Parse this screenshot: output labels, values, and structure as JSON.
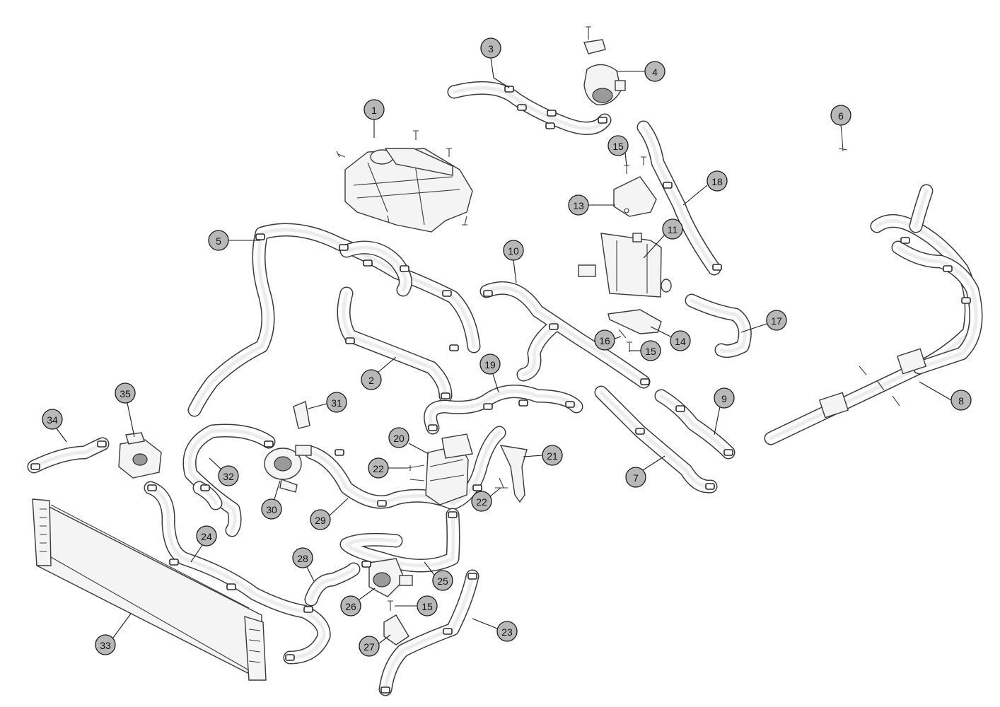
{
  "callouts": [
    {
      "num": "1",
      "name": "callout-1"
    },
    {
      "num": "2",
      "name": "callout-2"
    },
    {
      "num": "3",
      "name": "callout-3"
    },
    {
      "num": "4",
      "name": "callout-4"
    },
    {
      "num": "5",
      "name": "callout-5"
    },
    {
      "num": "6",
      "name": "callout-6"
    },
    {
      "num": "7",
      "name": "callout-7"
    },
    {
      "num": "8",
      "name": "callout-8"
    },
    {
      "num": "9",
      "name": "callout-9"
    },
    {
      "num": "10",
      "name": "callout-10"
    },
    {
      "num": "11",
      "name": "callout-11"
    },
    {
      "num": "13",
      "name": "callout-13"
    },
    {
      "num": "14",
      "name": "callout-14"
    },
    {
      "num": "15",
      "name": "callout-15-a"
    },
    {
      "num": "15",
      "name": "callout-15-b"
    },
    {
      "num": "15",
      "name": "callout-15-c"
    },
    {
      "num": "16",
      "name": "callout-16"
    },
    {
      "num": "17",
      "name": "callout-17"
    },
    {
      "num": "18",
      "name": "callout-18"
    },
    {
      "num": "19",
      "name": "callout-19"
    },
    {
      "num": "20",
      "name": "callout-20"
    },
    {
      "num": "21",
      "name": "callout-21"
    },
    {
      "num": "22",
      "name": "callout-22-a"
    },
    {
      "num": "22",
      "name": "callout-22-b"
    },
    {
      "num": "23",
      "name": "callout-23"
    },
    {
      "num": "24",
      "name": "callout-24"
    },
    {
      "num": "25",
      "name": "callout-25"
    },
    {
      "num": "26",
      "name": "callout-26"
    },
    {
      "num": "27",
      "name": "callout-27"
    },
    {
      "num": "28",
      "name": "callout-28"
    },
    {
      "num": "29",
      "name": "callout-29"
    },
    {
      "num": "30",
      "name": "callout-30"
    },
    {
      "num": "31",
      "name": "callout-31"
    },
    {
      "num": "32",
      "name": "callout-32"
    },
    {
      "num": "33",
      "name": "callout-33"
    },
    {
      "num": "34",
      "name": "callout-34"
    },
    {
      "num": "35",
      "name": "callout-35"
    }
  ]
}
